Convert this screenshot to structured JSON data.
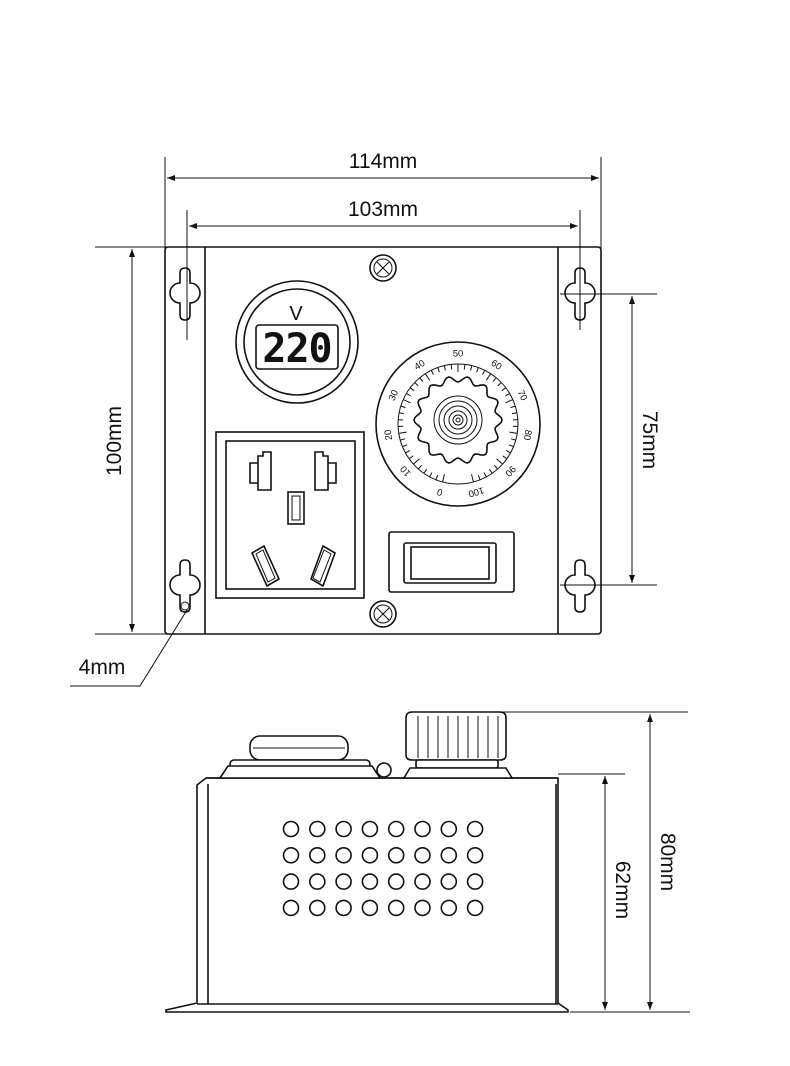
{
  "dimensions": {
    "overall_width": "114mm",
    "inner_width": "103mm",
    "height": "100mm",
    "hole_spacing": "75mm",
    "hole_size": "4mm",
    "total_depth": "80mm",
    "body_depth": "62mm"
  },
  "voltmeter": {
    "unit": "V",
    "reading": "220"
  },
  "dial": {
    "scale": [
      "0",
      "10",
      "20",
      "30",
      "40",
      "50",
      "60",
      "70",
      "80",
      "90",
      "100"
    ]
  }
}
